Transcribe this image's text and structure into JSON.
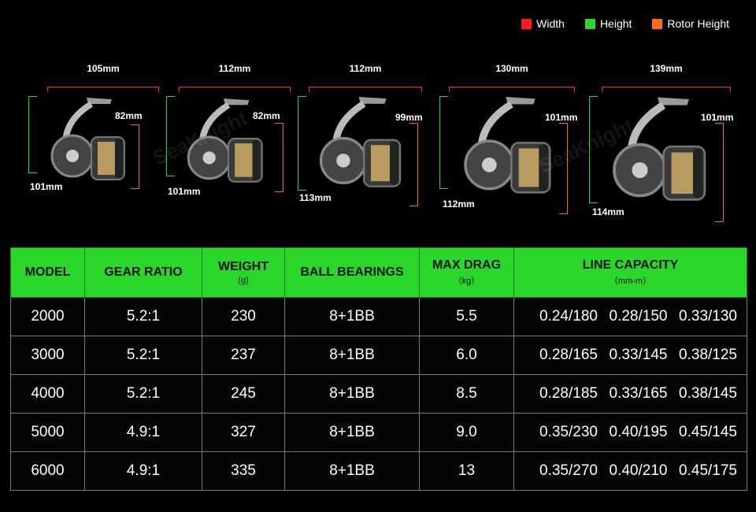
{
  "legend": [
    {
      "label": "Width",
      "color": "#ff1a1a"
    },
    {
      "label": "Height",
      "color": "#2bd62b"
    },
    {
      "label": "Rotor Height",
      "color": "#ff6a1a"
    }
  ],
  "reels": [
    {
      "width": "105mm",
      "rotor": "82mm",
      "height": "101mm"
    },
    {
      "width": "112mm",
      "rotor": "82mm",
      "height": "101mm"
    },
    {
      "width": "112mm",
      "rotor": "99mm",
      "height": "113mm"
    },
    {
      "width": "130mm",
      "rotor": "101mm",
      "height": "112mm"
    },
    {
      "width": "139mm",
      "rotor": "101mm",
      "height": "114mm"
    }
  ],
  "table": {
    "headers": [
      {
        "label": "MODEL",
        "unit": ""
      },
      {
        "label": "GEAR RATIO",
        "unit": ""
      },
      {
        "label": "WEIGHT",
        "unit": "(g)"
      },
      {
        "label": "BALL BEARINGS",
        "unit": ""
      },
      {
        "label": "MAX DRAG",
        "unit": "（kg）"
      },
      {
        "label": "LINE CAPACITY",
        "unit": "（mm-m）"
      }
    ],
    "rows": [
      [
        "2000",
        "5.2:1",
        "230",
        "8+1BB",
        "5.5",
        "0.24/180  0.28/150  0.33/130"
      ],
      [
        "3000",
        "5.2:1",
        "237",
        "8+1BB",
        "6.0",
        "0.28/165  0.33/145  0.38/125"
      ],
      [
        "4000",
        "5.2:1",
        "245",
        "8+1BB",
        "8.5",
        "0.28/185  0.33/165  0.38/145"
      ],
      [
        "5000",
        "4.9:1",
        "327",
        "8+1BB",
        "9.0",
        "0.35/230  0.40/195  0.45/145"
      ],
      [
        "6000",
        "4.9:1",
        "335",
        "8+1BB",
        "13",
        "0.35/270  0.40/210  0.45/175"
      ]
    ]
  },
  "watermark": "SeaKnight"
}
